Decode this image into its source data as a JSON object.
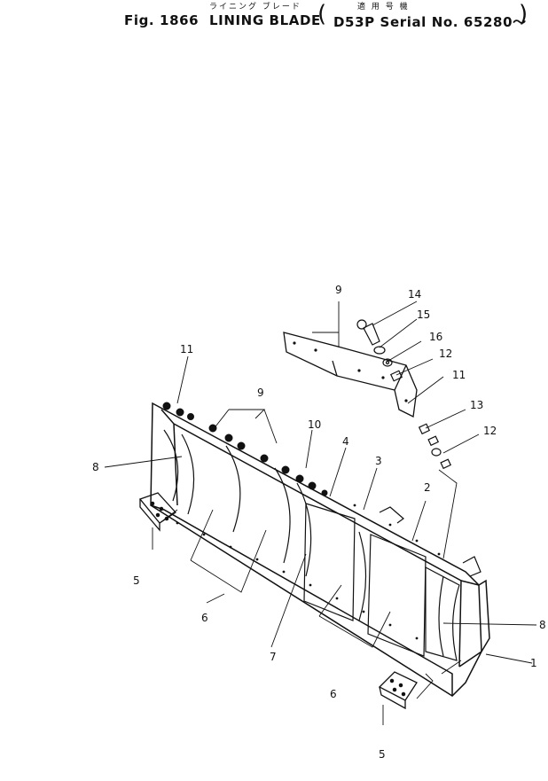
{
  "header": {
    "figure_number": "Fig. 1866",
    "title_en": "LINING BLADE",
    "title_jp": "ライニング ブレード",
    "serial_label_jp": "適 用 号 機",
    "serial_text": "D53P Serial No. 65280～",
    "paren_open": "(",
    "paren_close": ")"
  },
  "callouts": [
    "1",
    "2",
    "3",
    "4",
    "5",
    "5",
    "6",
    "6",
    "7",
    "8",
    "8",
    "9",
    "9",
    "10",
    "11",
    "11",
    "12",
    "12",
    "13",
    "14",
    "15",
    "16"
  ]
}
